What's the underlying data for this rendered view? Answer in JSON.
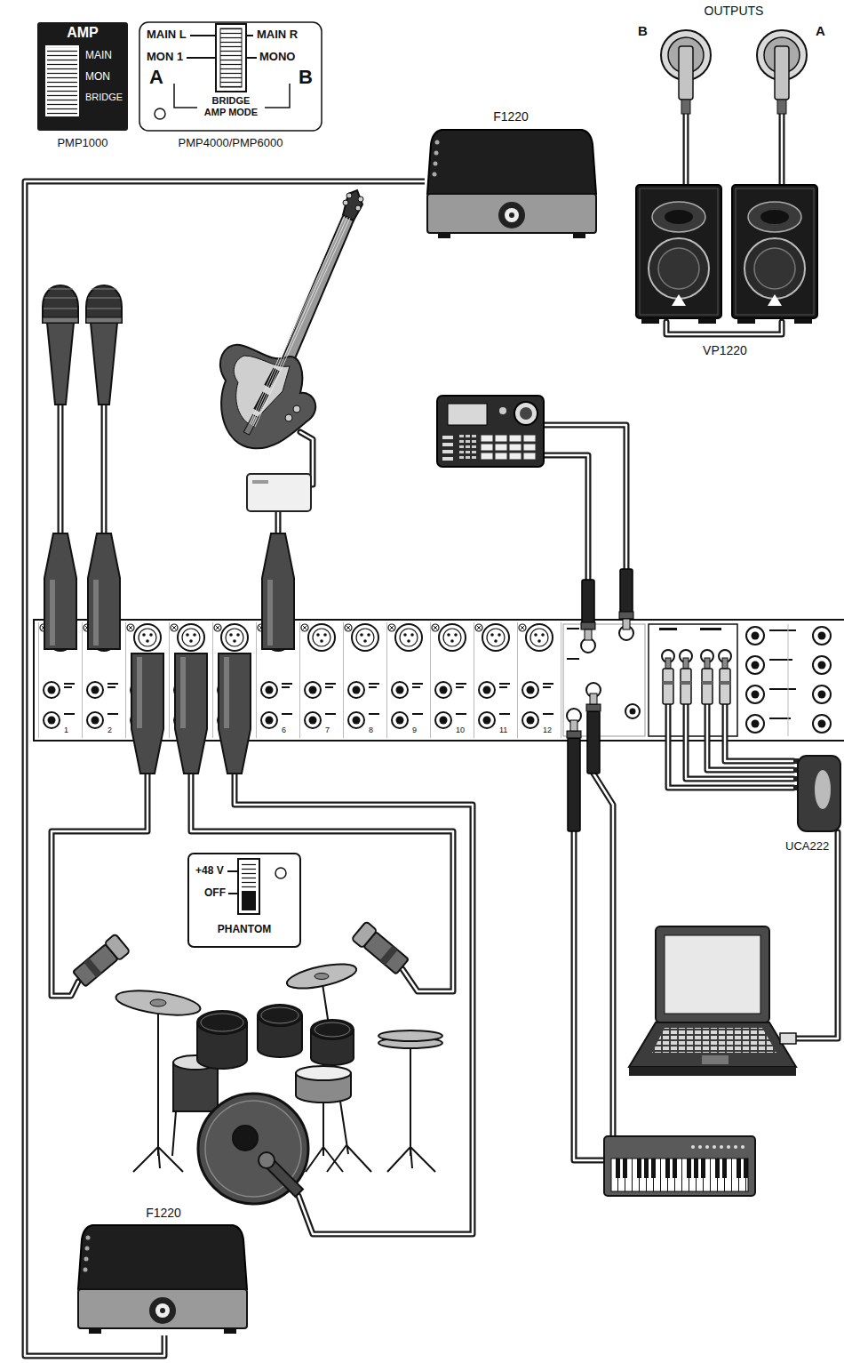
{
  "diagram": {
    "nodes": [
      {
        "text": [
          "AMP",
          "MAIN",
          "MON",
          "BRIDGE",
          "PMP1000"
        ]
      },
      {
        "text": [
          "MAIN L",
          "MAIN R",
          "MON 1",
          "MONO",
          "A",
          "B",
          "BRIDGE AMP MODE",
          "PMP4000/PMP6000"
        ]
      },
      {
        "text": [
          "F1220"
        ]
      },
      {
        "text": [
          "VP1220"
        ]
      },
      {
        "text": [
          "UCA222"
        ]
      },
      {
        "text": [
          "+48 V",
          "OFF",
          "PHANTOM"
        ]
      },
      {
        "text": [
          "F1220"
        ]
      }
    ],
    "edges": [
      {
        "from": 2,
        "to": 6,
        "arrow": "none"
      }
    ],
    "labels": [
      "OUTPUTS",
      "B",
      "A",
      "1",
      "2",
      "6",
      "7",
      "8",
      "9",
      "10",
      "11",
      "12"
    ]
  }
}
